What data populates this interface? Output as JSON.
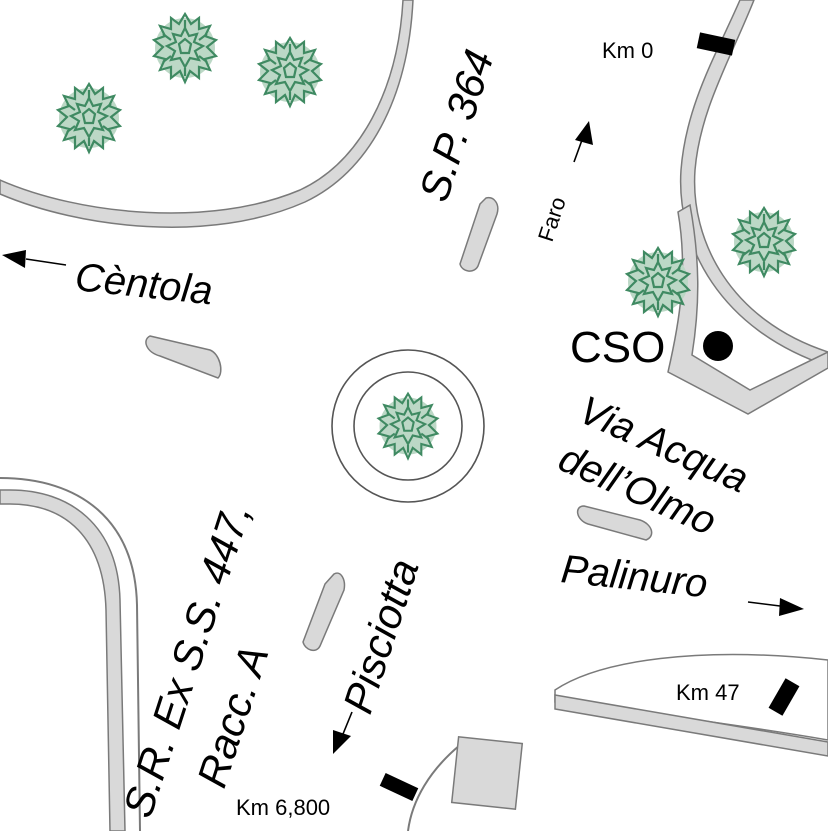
{
  "roads": {
    "sp364": "S.P. 364",
    "sr_line1": "S.R. Ex S.S. 447,",
    "sr_line2": "Racc. A"
  },
  "directions": {
    "centola": "Cèntola",
    "faro": "Faro",
    "pisciotta": "Pisciotta",
    "palinuro": "Palinuro"
  },
  "streets": {
    "via_line1": "Via Acqua",
    "via_line2": "dell’Olmo"
  },
  "poi": {
    "cso": "CSO"
  },
  "km_markers": {
    "km0": "Km 0",
    "km47": "Km 47",
    "km6800": "Km 6,800"
  },
  "colors": {
    "road_fill": "#d9d9d9",
    "road_edge": "#7a7a7a",
    "tree": "#3f8a62",
    "text": "#000000"
  },
  "icons": {
    "tree": "tree-icon",
    "arrow": "arrow-icon",
    "cso_point": "dot-icon",
    "km_marker": "km-marker-icon"
  }
}
